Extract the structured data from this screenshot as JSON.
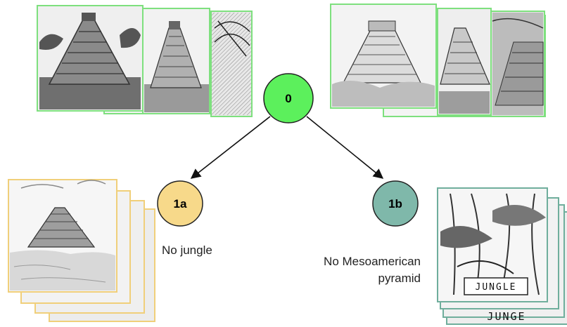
{
  "nodes": {
    "root": {
      "label": "0",
      "color": "#5cf05c"
    },
    "left": {
      "label": "1a",
      "color": "#f7d98a"
    },
    "right": {
      "label": "1b",
      "color": "#7fb8aa"
    }
  },
  "captions": {
    "left": "No jungle",
    "right_line1": "No Mesoamerican",
    "right_line2": "pyramid"
  },
  "image_sets": {
    "root_frame_color": "#7ee07e",
    "left_frame_color": "#f0cf7a",
    "right_frame_color": "#6fae9c"
  },
  "sign_text": "JUNGLE",
  "sign_text_2": "JUNGE"
}
